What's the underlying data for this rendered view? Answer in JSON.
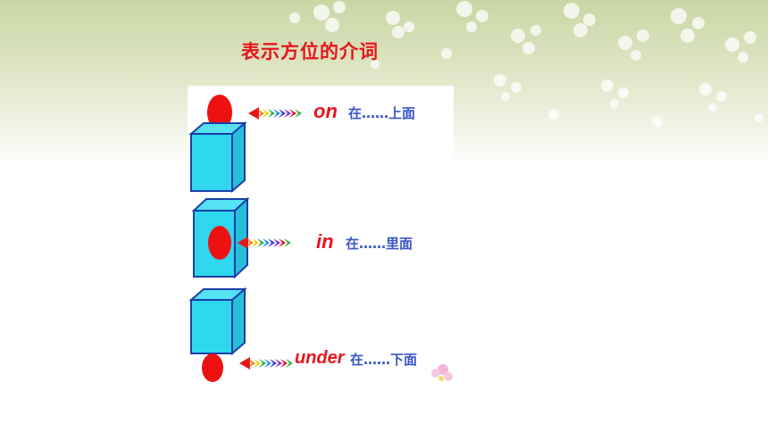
{
  "slide": {
    "title": "表示方位的介词",
    "background_color": "#c9d6a4",
    "title_color": "#e8141b",
    "meaning_color": "#3a55c8"
  },
  "prepositions": [
    {
      "word": "on",
      "meaning": "在……上面"
    },
    {
      "word": "in",
      "meaning": "在……里面"
    },
    {
      "word": "under",
      "meaning": "在……下面"
    }
  ],
  "icons": {
    "box": "cyan-cube-icon",
    "ball": "red-ball-icon",
    "arrow": "rainbow-arrow-icon"
  }
}
